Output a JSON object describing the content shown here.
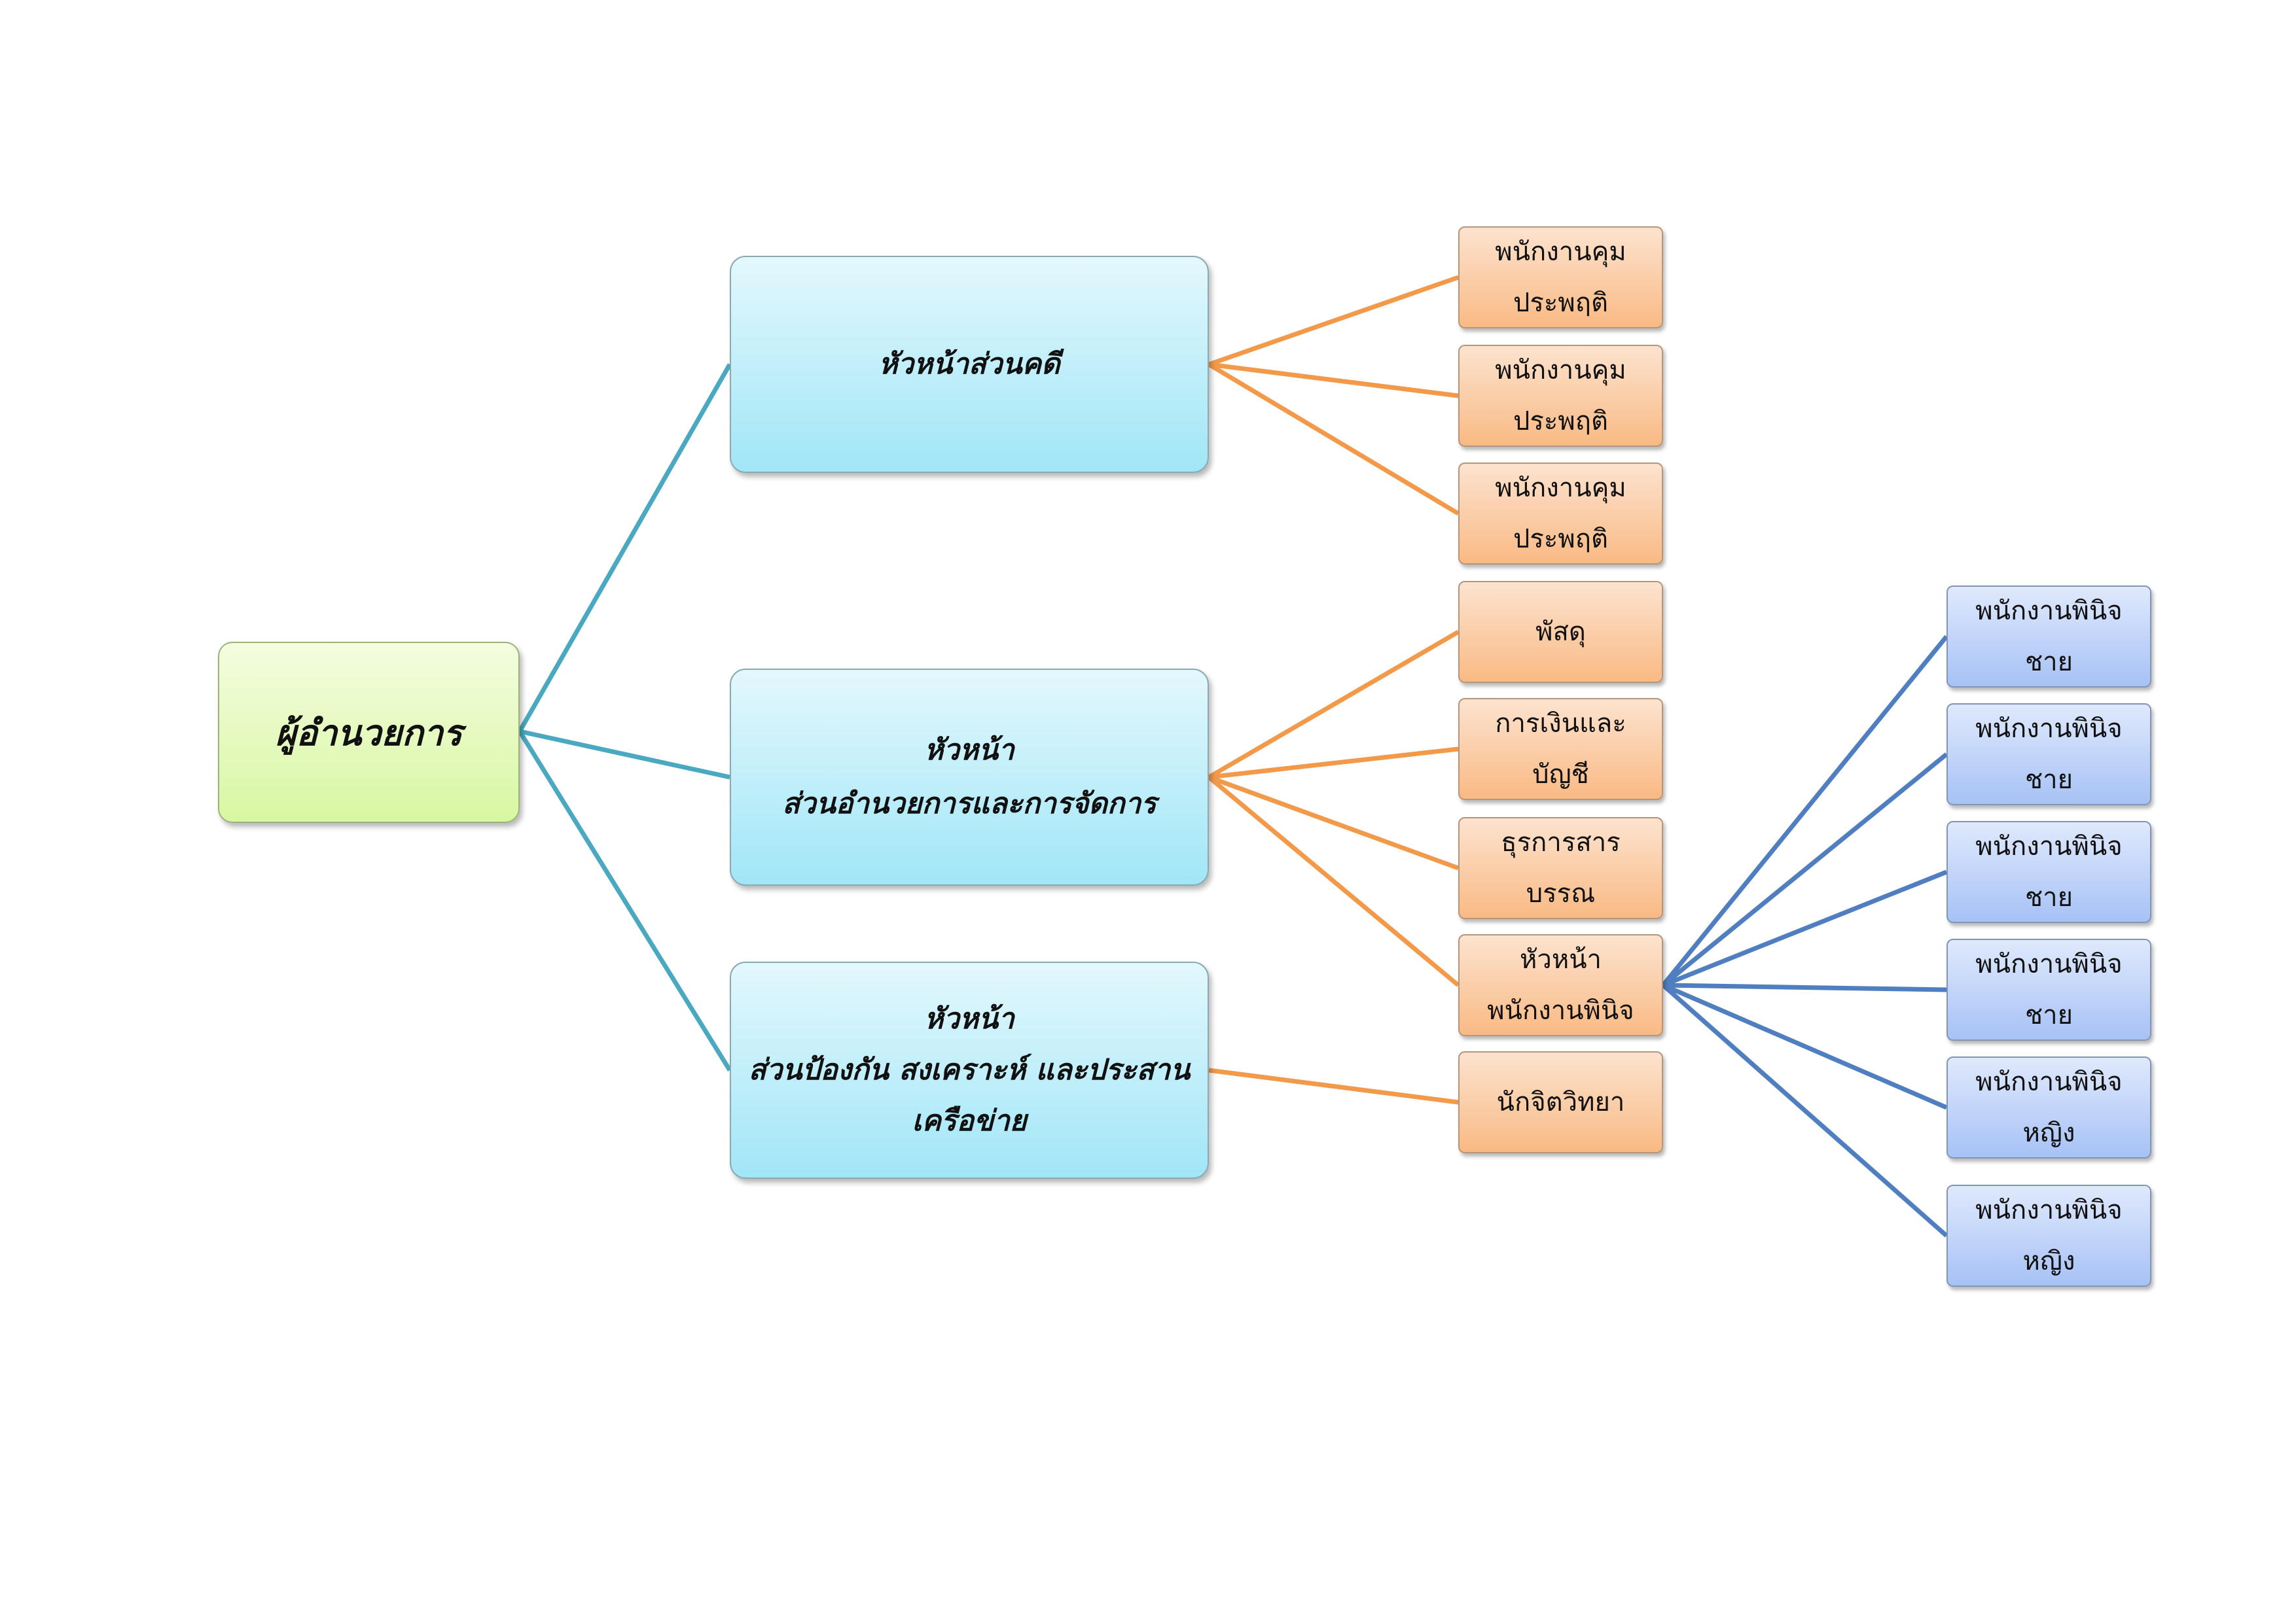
{
  "colors": {
    "root_connector": "#4aa9c0",
    "head_connector": "#f39a4a",
    "worker_connector": "#4f7fc0"
  },
  "nodes": {
    "root": "ผู้อำนวยการ",
    "head_cases": "หัวหน้าส่วนคดี",
    "head_admin": {
      "line1": "หัวหน้า",
      "line2": "ส่วนอำนวยการและการจัดการ"
    },
    "head_prevention": {
      "line1": "หัวหน้า",
      "line2": "ส่วนป้องกัน สงเคราะห์ และประสาน",
      "line3": "เครือข่าย"
    },
    "probation_1": {
      "line1": "พนักงานคุม",
      "line2": "ประพฤติ"
    },
    "probation_2": {
      "line1": "พนักงานคุม",
      "line2": "ประพฤติ"
    },
    "probation_3": {
      "line1": "พนักงานคุม",
      "line2": "ประพฤติ"
    },
    "supplies": "พัสดุ",
    "finance": {
      "line1": "การเงินและ",
      "line2": "บัญชี"
    },
    "general_affairs": {
      "line1": "ธุรการสาร",
      "line2": "บรรณ"
    },
    "head_worker": {
      "line1": "หัวหน้า",
      "line2": "พนักงานพินิจ"
    },
    "psychologist": "นักจิตวิทยา",
    "worker_1": {
      "line1": "พนักงานพินิจ",
      "line2": "ชาย"
    },
    "worker_2": {
      "line1": "พนักงานพินิจ",
      "line2": "ชาย"
    },
    "worker_3": {
      "line1": "พนักงานพินิจ",
      "line2": "ชาย"
    },
    "worker_4": {
      "line1": "พนักงานพินิจ",
      "line2": "ชาย"
    },
    "worker_5": {
      "line1": "พนักงานพินิจ",
      "line2": "หญิง"
    },
    "worker_6": {
      "line1": "พนักงานพินิจ",
      "line2": "หญิง"
    }
  }
}
